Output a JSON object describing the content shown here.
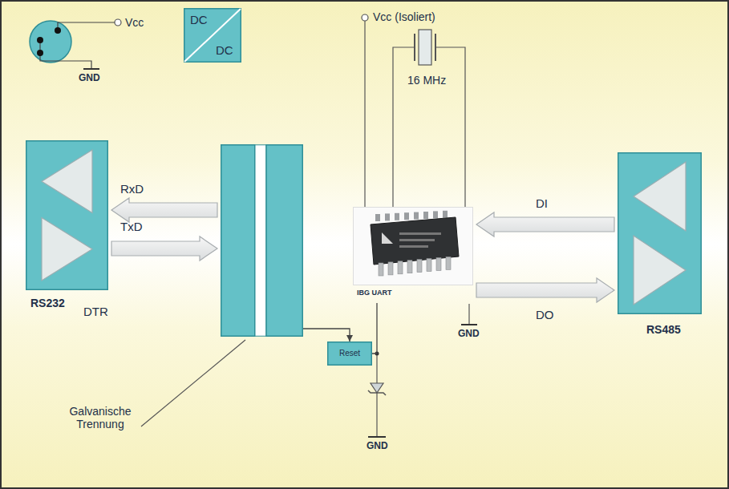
{
  "diagram": {
    "nodes": [
      {
        "text": [
          "DC",
          "DC"
        ]
      },
      {
        "text": [
          "RS232"
        ]
      },
      {
        "text": [
          "Galvanische Trennung"
        ]
      },
      {
        "text": [
          "IBG UART"
        ]
      },
      {
        "text": [
          "Reset"
        ]
      },
      {
        "text": [
          "RS485"
        ]
      }
    ],
    "edges": [
      {
        "from": 2,
        "to": 1,
        "arrow": "to",
        "label": "RxD"
      },
      {
        "from": 1,
        "to": 2,
        "arrow": "to",
        "label": "TxD"
      },
      {
        "from": 5,
        "to": 3,
        "arrow": "to",
        "label": "DI"
      },
      {
        "from": 3,
        "to": 5,
        "arrow": "to",
        "label": "DO"
      },
      {
        "from": 2,
        "to": 4,
        "arrow": "to"
      },
      {
        "from": 4,
        "to": 3,
        "arrow": "none"
      }
    ],
    "labels": [
      "Vcc",
      "GND",
      "Vcc (Isoliert)",
      "16 MHz",
      "DTR",
      "GND",
      "GND"
    ]
  }
}
